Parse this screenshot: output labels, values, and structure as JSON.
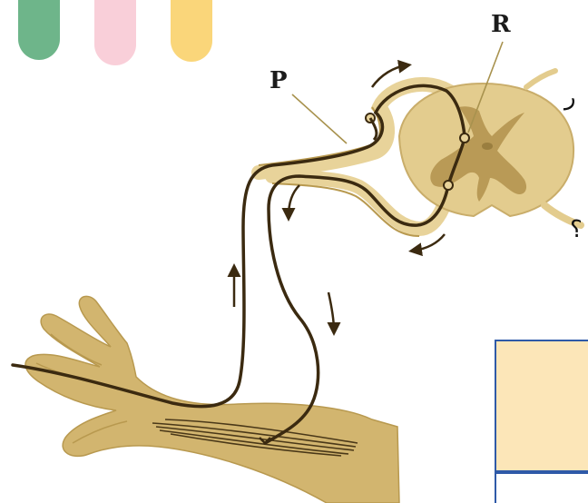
{
  "colors": {
    "pill_green": "#6eb58a",
    "pill_pink": "#f9cfd9",
    "pill_yellow": "#fad67a",
    "tissue": "#d2b56f",
    "tissue_light": "#e8d39a",
    "grey_matter": "#b99a56",
    "nerve": "#3b2a10",
    "box_fill": "#fce6b8",
    "box_border": "#2f5aa8"
  },
  "labels": {
    "p": "P",
    "r": "R"
  },
  "edge_glyphs": {
    "top_right": "ر",
    "mid_right": "؟"
  }
}
